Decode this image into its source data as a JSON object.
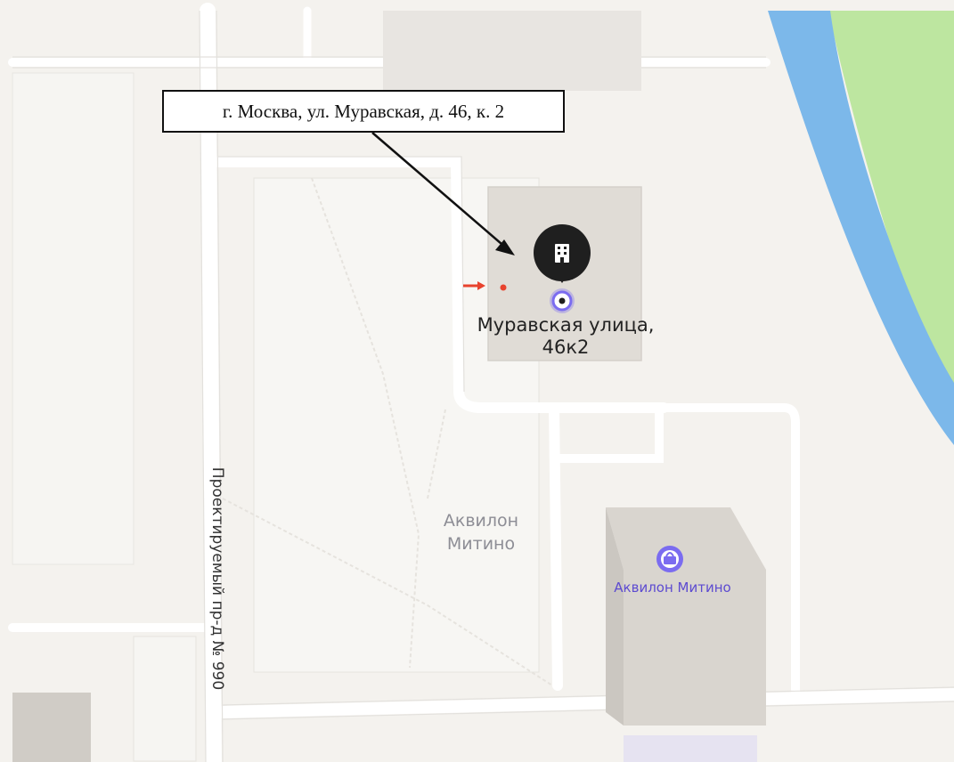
{
  "callout": {
    "text": "г. Москва, ул. Муравская, д. 46, к. 2"
  },
  "building": {
    "name_line1": "Муравская улица,",
    "name_line2": "46к2",
    "pin_icon": "building-icon"
  },
  "area_label": {
    "line1": "Аквилон",
    "line2": "Митино"
  },
  "poi": {
    "name": "Аквилон Митино",
    "icon": "shopping-bag-icon"
  },
  "road": {
    "name": "Проектируемый пр-д № 990"
  },
  "colors": {
    "water": "#7cb8ea",
    "park": "#bde6a0",
    "building": "#e0dcd6",
    "road": "#ffffff",
    "poi_accent": "#7b6cf0",
    "pin": "#1f1f1f",
    "entrance_red": "#e8432e"
  }
}
